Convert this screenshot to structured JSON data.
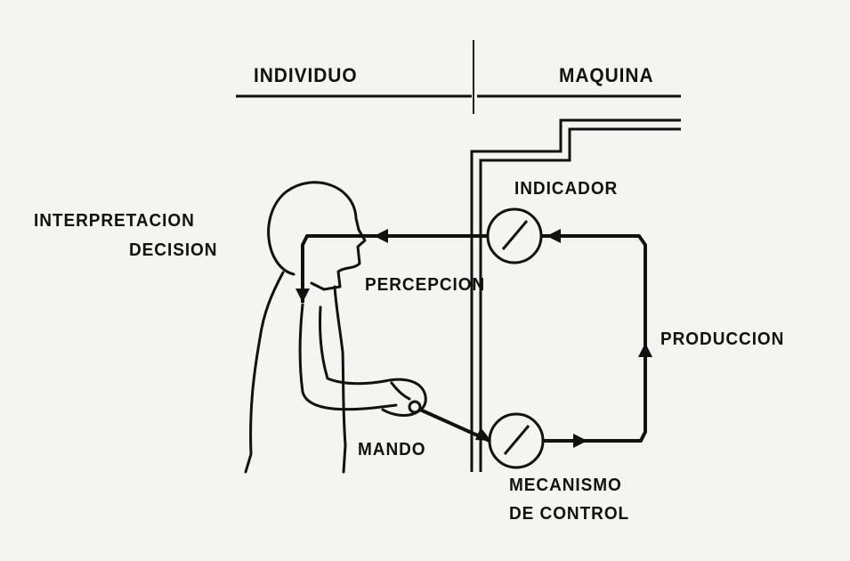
{
  "header": {
    "left_label": "INDIVIDUO",
    "right_label": "MAQUINA"
  },
  "labels": {
    "interpretacion": "INTERPRETACION",
    "decision": "DECISION",
    "indicador": "INDICADOR",
    "percepcion": "PERCEPCION",
    "produccion": "PRODUCCION",
    "mando": "MANDO",
    "mecanismo": "MECANISMO",
    "de_control": "DE CONTROL"
  },
  "colors": {
    "ink": "#111111",
    "background": "#f4f4f2"
  }
}
